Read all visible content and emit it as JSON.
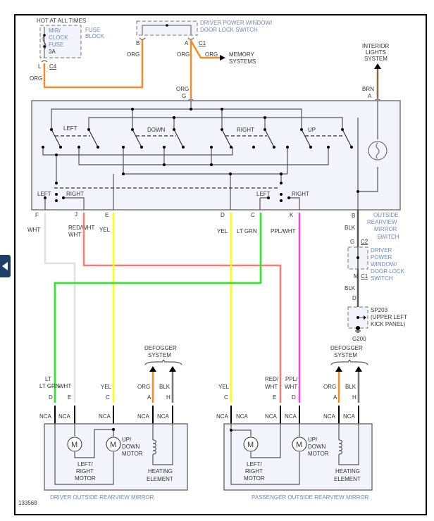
{
  "diagram_id": "133568",
  "colors": {
    "ORG": "#f28c28",
    "BRN": "#8b6b3a",
    "WHT": "#e0e0e0",
    "RED/WHT": "#f47c74",
    "YEL": "#ffff00",
    "LT GRN": "#22ee22",
    "PPL/WHT": "#ee44ee",
    "BLK": "#555555",
    "component_label": "#6a8ac0",
    "component_fill": "#f2f3fb"
  },
  "top": {
    "hot_label": "HOT AT ALL TIMES",
    "fuse_name": [
      "MIR/",
      "CLOCK",
      "FUSE",
      "3A"
    ],
    "fuse_block": [
      "FUSE",
      "BLOCK"
    ],
    "fuse_pin": "L",
    "fuse_conn": "C4",
    "fuse_wire": "ORG",
    "dpw_switch_label": [
      "DRIVER POWER WINDOW/",
      "DOOR LOCK SWITCH"
    ],
    "dpw_pin_b": "B",
    "dpw_pin_a": "A",
    "dpw_conn": "C1",
    "wire_b": "ORG",
    "wire_a": "ORG",
    "memory_wire": "ORG",
    "memory_label": [
      "MEMORY",
      "SYSTEMS"
    ],
    "switch_in_wire": "ORG",
    "switch_in_pin": "G",
    "interior_label": [
      "INTERIOR",
      "LIGHTS",
      "SYSTEM"
    ],
    "interior_wire": "BRN",
    "interior_pin": "A"
  },
  "switch": {
    "labels": {
      "left": "LEFT",
      "down": "DOWN",
      "right": "RIGHT",
      "up": "UP",
      "sel_left": "LEFT",
      "sel_right": "RIGHT",
      "sel_left2": "LEFT",
      "sel_right2": "RIGHT"
    },
    "name": [
      "OUTSIDE",
      "REARVIEW",
      "MIRROR",
      "SWITCH"
    ],
    "pins": [
      {
        "pin": "F",
        "wire": "WHT"
      },
      {
        "pin": "J",
        "wire": "RED/WHT"
      },
      {
        "pin": "E",
        "wire": "YEL"
      },
      {
        "pin": "D",
        "wire": "YEL"
      },
      {
        "pin": "C",
        "wire": "LT GRN"
      },
      {
        "pin": "K",
        "wire": "PPL/WHT"
      },
      {
        "pin": "B",
        "wire": "BLK"
      }
    ]
  },
  "ground": {
    "pin_g": "G",
    "conn_c2": "C2",
    "dpw_label": [
      "DRIVER",
      "POWER",
      "WINDOW/",
      "DOOR LOCK",
      "SWITCH"
    ],
    "pin_m": "M",
    "conn_c1": "C1",
    "wire": "BLK",
    "pin_d": "D",
    "splice_label": [
      "SP203",
      "(UPPER LEFT",
      "KICK PANEL)"
    ],
    "ground_label": "G200"
  },
  "driver_mirror": {
    "title": "DRIVER OUTSIDE REARVIEW MIRROR",
    "defogger": [
      "DEFOGGER",
      "SYSTEM"
    ],
    "pins": [
      {
        "pin": "D",
        "wire": "LT GRN",
        "nca": "NCA"
      },
      {
        "pin": "E",
        "wire": "WHT",
        "nca": "NCA"
      },
      {
        "pin": "C",
        "wire": "YEL",
        "nca": "NCA"
      },
      {
        "pin": "A",
        "wire": "ORG",
        "nca": "NCA"
      },
      {
        "pin": "H",
        "wire": "BLK",
        "nca": "NCA"
      }
    ],
    "motor_symbol": "M",
    "lr_motor": [
      "LEFT/",
      "RIGHT",
      "MOTOR"
    ],
    "ud_motor": [
      "UP/",
      "DOWN",
      "MOTOR"
    ],
    "heater": [
      "HEATING",
      "ELEMENT"
    ]
  },
  "passenger_mirror": {
    "title": "PASSENGER OUTSIDE REARVIEW MIRROR",
    "defogger": [
      "DEFOGGER",
      "SYSTEM"
    ],
    "pins": [
      {
        "pin": "C",
        "wire": "YEL",
        "nca": "NCA"
      },
      {
        "pin": "",
        "wire": "",
        "nca": "NCA"
      },
      {
        "pin": "E",
        "wire": "RED/WHT",
        "nca": "NCA"
      },
      {
        "pin": "D",
        "wire": "PPL/WHT",
        "nca": "NCA"
      },
      {
        "pin": "A",
        "wire": "ORG",
        "nca": "NCA"
      },
      {
        "pin": "H",
        "wire": "BLK",
        "nca": "NCA"
      }
    ],
    "motor_symbol": "M",
    "lr_motor": [
      "LEFT/",
      "RIGHT",
      "MOTOR"
    ],
    "ud_motor": [
      "UP/",
      "DOWN",
      "MOTOR"
    ],
    "heater": [
      "HEATING",
      "ELEMENT"
    ]
  }
}
